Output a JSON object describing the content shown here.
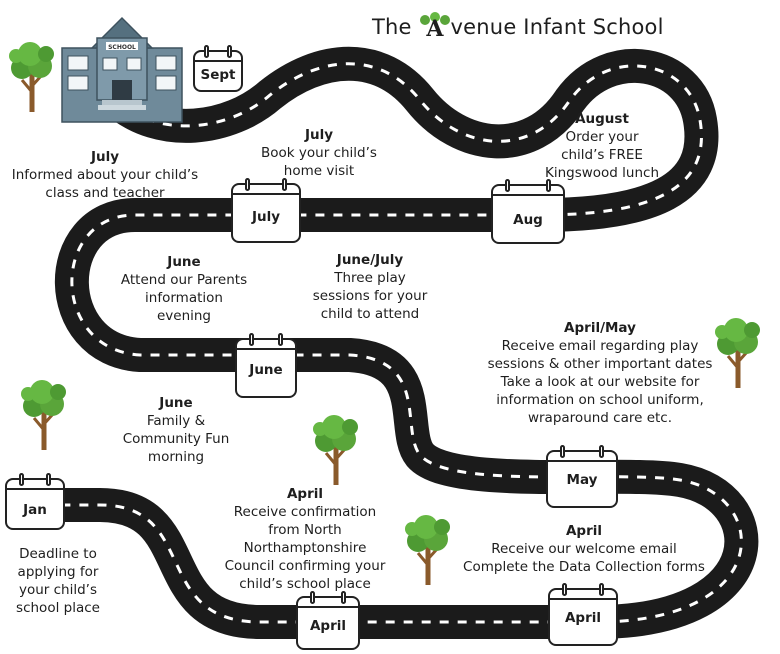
{
  "header": {
    "title_before": "The ",
    "title_logo_letter": "A",
    "title_after": "venue Infant School"
  },
  "school": {
    "sign": "SCHOOL"
  },
  "calendars": {
    "sept": "Sept",
    "july": "July",
    "aug": "Aug",
    "june": "June",
    "may": "May",
    "jan": "Jan",
    "april_left": "April",
    "april_right": "April"
  },
  "notes": {
    "july_left": {
      "head": "July",
      "body": "Informed about your child’s\nclass and teacher"
    },
    "july_center": {
      "head": "July",
      "body": "Book your child’s\nhome visit"
    },
    "august": {
      "head": "August",
      "body": "Order your\nchild’s FREE\nKingswood lunch"
    },
    "june_evening": {
      "head": "June",
      "body": "Attend our Parents\ninformation\nevening"
    },
    "june_july": {
      "head": "June/July",
      "body": "Three play\nsessions for your\nchild to attend"
    },
    "april_may": {
      "head": "April/May",
      "body": "Receive email regarding play\nsessions & other important dates\nTake a look at our website for\ninformation on school uniform,\nwraparound care etc."
    },
    "june_fun": {
      "head": "June",
      "body": "Family &\nCommunity Fun\nmorning"
    },
    "april_council": {
      "head": "April",
      "body": "Receive  confirmation\nfrom North\nNorthamptonshire\nCouncil confirming your\nchild’s school place"
    },
    "april_welcome": {
      "head": "April",
      "body": "Receive our welcome email\nComplete the Data Collection forms"
    },
    "jan_deadline": {
      "head": "",
      "body": "Deadline to\napplying for\nyour child’s\nschool place"
    }
  },
  "colors": {
    "road": "#1b1b1b",
    "road_dash": "#ffffff",
    "tree_leaf": "#5aa53a",
    "tree_trunk": "#8a5a2b",
    "school_wall": "#6f8a9a",
    "school_roof": "#55707f"
  },
  "icons": [
    "school-building-icon",
    "calendar-icon",
    "tree-icon",
    "avenue-logo-icon"
  ]
}
